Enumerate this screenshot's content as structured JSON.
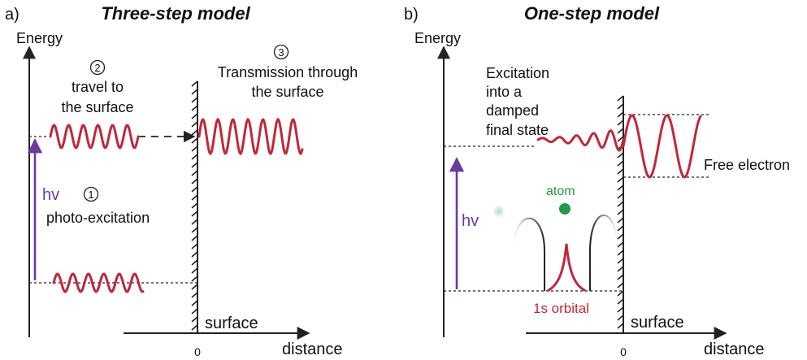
{
  "panel_a": {
    "tag": "a)",
    "title": "Three-step model",
    "energy_label": "Energy",
    "distance_label": "distance",
    "surface_label": "surface",
    "origin_label": "0",
    "hv_label": "hv",
    "step1": {
      "number": "1",
      "text": "photo-excitation"
    },
    "step2": {
      "number": "2",
      "line1": "travel to",
      "line2": "the surface"
    },
    "step3": {
      "number": "3",
      "line1": "Transmission through",
      "line2": "the surface"
    }
  },
  "panel_b": {
    "tag": "b)",
    "title": "One-step model",
    "energy_label": "Energy",
    "distance_label": "distance",
    "surface_label": "surface",
    "origin_label": "0",
    "hv_label": "hv",
    "excitation_lines": [
      "Excitation",
      "into a",
      "damped",
      "final state"
    ],
    "free_electron": "Free electron",
    "atom_label": "atom",
    "orbital_label": "1s orbital"
  },
  "colors": {
    "wave": "#c0283a",
    "arrow_hv": "#6b3a9e",
    "atom": "#1f9a48",
    "axis": "#222222"
  }
}
